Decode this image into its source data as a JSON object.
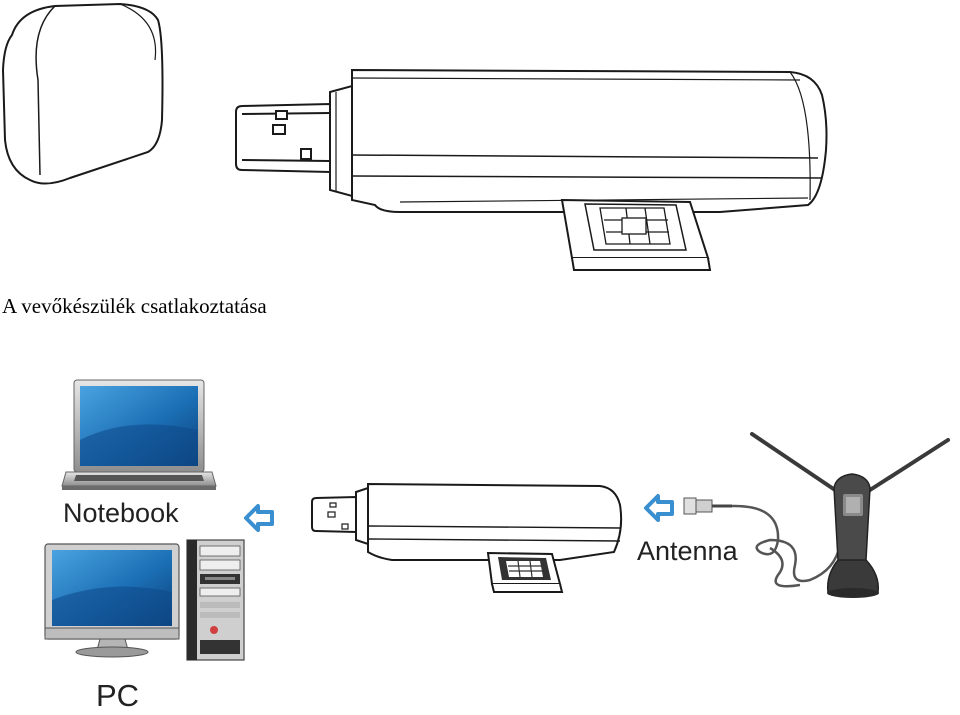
{
  "caption": "A vevőkészülék csatlakoztatása",
  "labels": {
    "notebook": "Notebook",
    "antenna": "Antenna",
    "pc": "PC"
  },
  "colors": {
    "line": "#1a1a1a",
    "arrow": "#3a8fd0",
    "screen": "#1b6fb5"
  },
  "icons": [
    "usb-cap",
    "usb-dongle",
    "sim-card-tray",
    "notebook-icon",
    "desktop-monitor-icon",
    "pc-tower-icon",
    "antenna-icon",
    "arrow-left-icon"
  ]
}
